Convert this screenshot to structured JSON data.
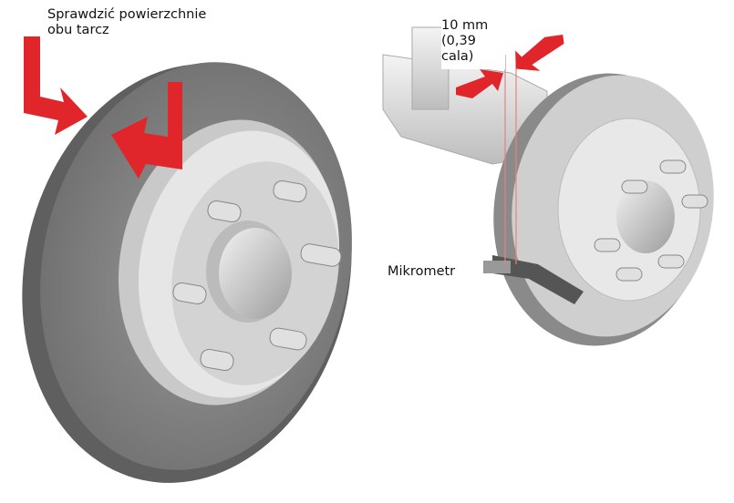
{
  "labels": {
    "check_surfaces": "Sprawdzić powierzchnie\nobu tarcz",
    "thickness": "10 mm\n(0,39\ncala)",
    "micrometer": "Mikrometr"
  },
  "colors": {
    "arrow": "#e1262b",
    "disc_dark": "#7b7b7b",
    "disc_light": "#d8d8d8",
    "guide_line": "#e88080"
  }
}
